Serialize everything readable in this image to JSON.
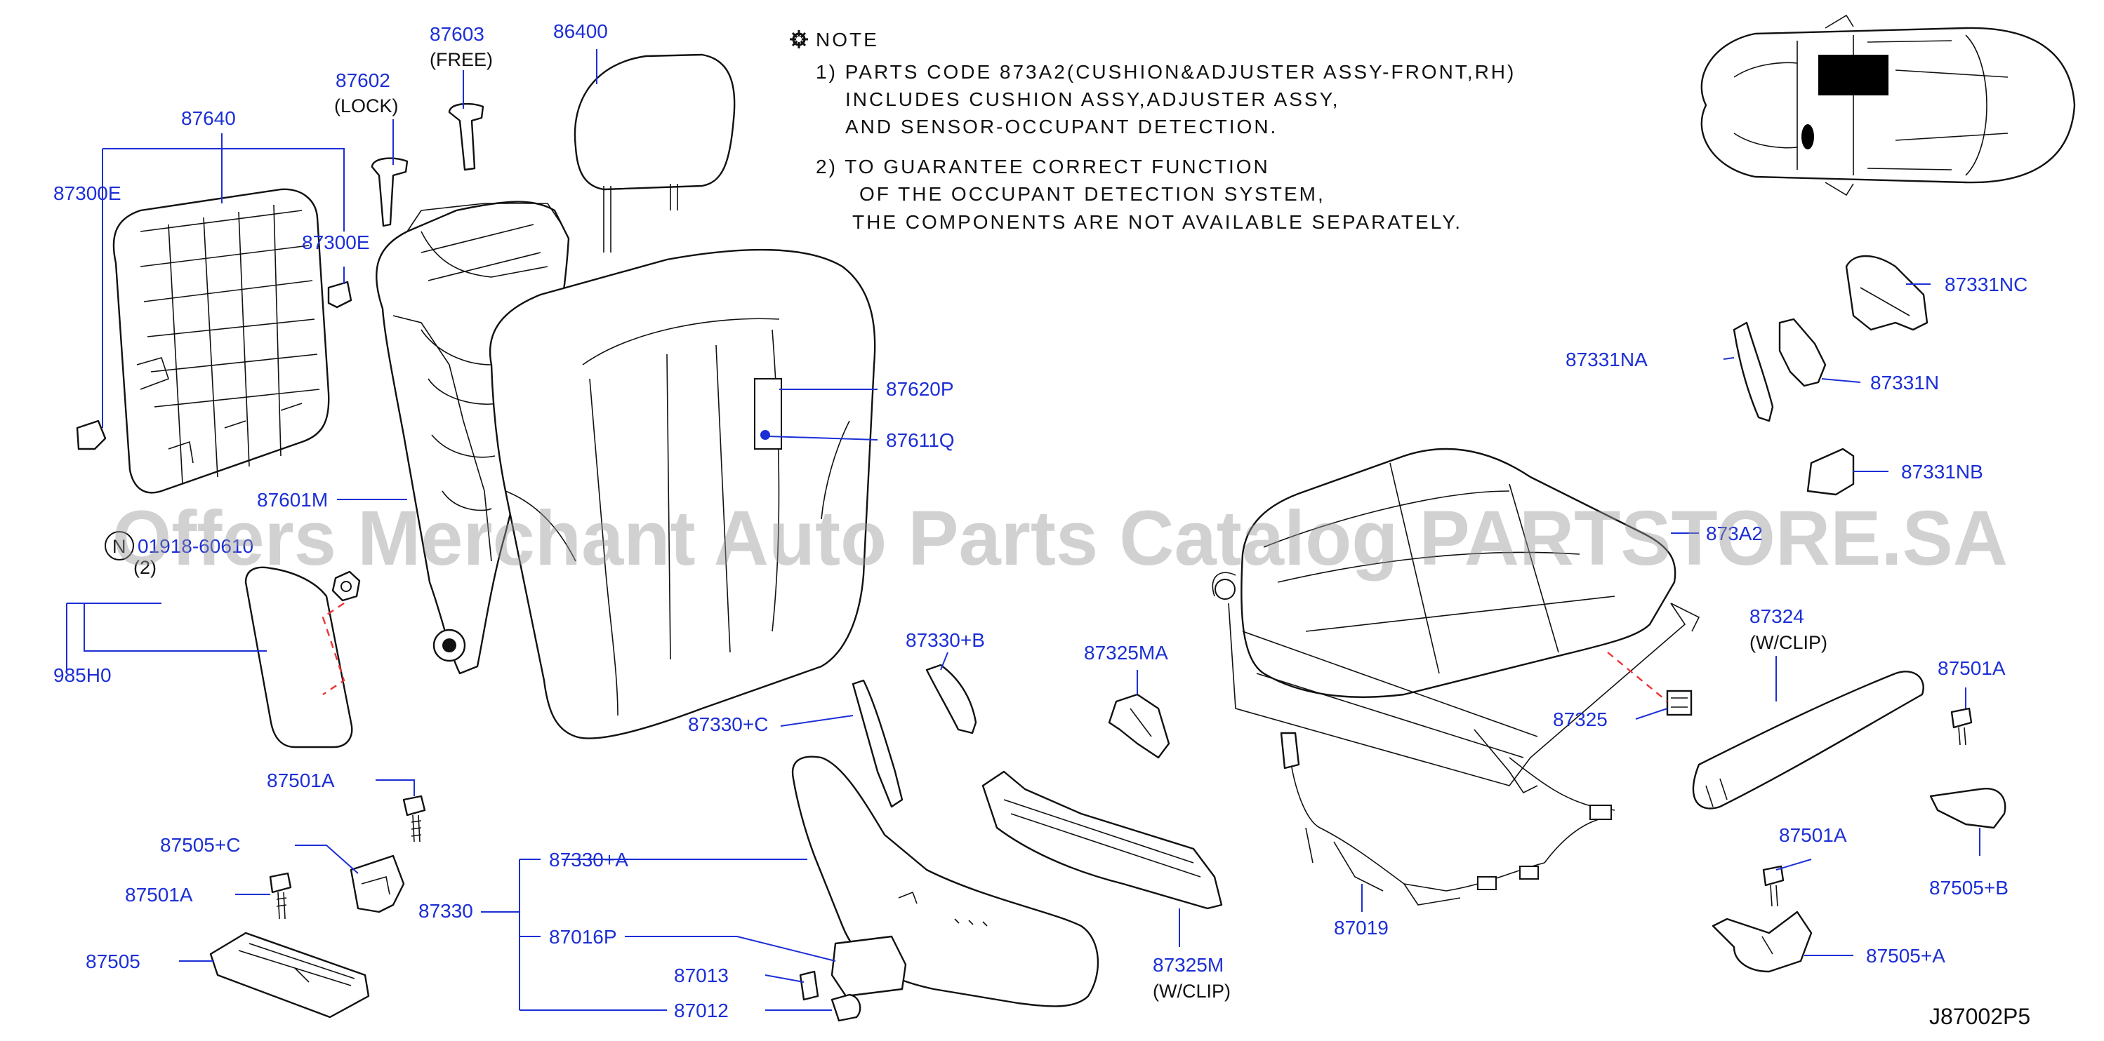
{
  "note": {
    "title": "NOTE",
    "icon": "gear-icon",
    "lines": [
      "1)  PARTS  CODE  873A2(CUSHION&ADJUSTER  ASSY-FRONT,RH)",
      "INCLUDES  CUSHION  ASSY,ADJUSTER  ASSY,",
      "AND  SENSOR-OCCUPANT  DETECTION.",
      "2)  TO  GUARANTEE  CORRECT  FUNCTION",
      "OF  THE  OCCUPANT  DETECTION  SYSTEM,",
      "THE  COMPONENTS  ARE  NOT  AVAILABLE  SEPARATELY."
    ]
  },
  "parts": {
    "p87640": "87640",
    "p87300e_left": "87300E",
    "p87300e_right": "87300E",
    "p87602": "87602",
    "p87602_note": "(LOCK)",
    "p87603": "87603",
    "p87603_note": "(FREE)",
    "p86400": "86400",
    "p87620p": "87620P",
    "p87611q": "87611Q",
    "p87601m": "87601M",
    "p_n_marker": "N",
    "p_n_part": "01918-60610",
    "p_n_qty": "(2)",
    "p985h0": "985H0",
    "p87501a_1": "87501A",
    "p87505c": "87505+C",
    "p87501a_2": "87501A",
    "p87505": "87505",
    "p87330": "87330",
    "p87330a": "87330+A",
    "p87016p": "87016P",
    "p87013": "87013",
    "p87012": "87012",
    "p87330c": "87330+C",
    "p87330b": "87330+B",
    "p87325ma": "87325MA",
    "p87325m": "87325M",
    "p87325m_note": "(W/CLIP)",
    "p87019": "87019",
    "p87325": "87325",
    "p873a2": "873A2",
    "p87324": "87324",
    "p87324_note": "(W/CLIP)",
    "p87501a_3": "87501A",
    "p87501a_4": "87501A",
    "p87505b": "87505+B",
    "p87505a": "87505+A",
    "p87331nc": "87331NC",
    "p87331na": "87331NA",
    "p87331n": "87331N",
    "p87331nb": "87331NB"
  },
  "diagram_code": "J87002P5",
  "watermark": "Offers Merchant Auto Parts Catalog PARTSTORE.SA",
  "colors": {
    "label": "#1c2fd6",
    "leader": "#1c2fd6",
    "dash": "#e33333",
    "line_art": "#111111",
    "watermark": "#9a9a9a"
  }
}
